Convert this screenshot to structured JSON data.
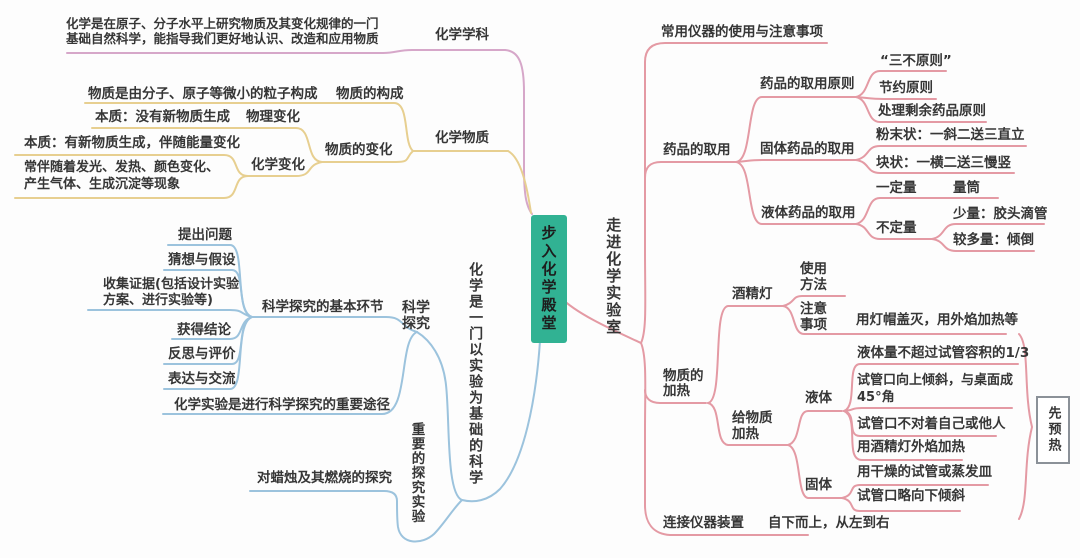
{
  "colors": {
    "root_bg": "#31b293",
    "branch_subject": "#d6a7c9",
    "branch_substance": "#e7cf90",
    "branch_inquiry": "#9cc3dd",
    "branch_lab": "#e49aa4",
    "text": "#363636",
    "preheat_border": "#8b9198"
  },
  "root": {
    "label": "步入化学殿堂"
  },
  "subject": {
    "label": "化学学科",
    "desc": "化学是在原子、分子水平上研究物质及其变化规律的一门基础自然科学，能指导我们更好地认识、改造和应用物质"
  },
  "substance": {
    "label": "化学物质",
    "composition": {
      "label": "物质的构成",
      "desc": "物质是由分子、原子等微小的粒子构成"
    },
    "change": {
      "label": "物质的变化",
      "physical": {
        "label": "物理变化",
        "essence": "本质：没有新物质生成"
      },
      "chemical": {
        "label": "化学变化",
        "essence": "本质：有新物质生成，伴随能量变化",
        "phenomena": "常伴随着发光、发热、颜色变化、产生气体、生成沉淀等现象"
      }
    }
  },
  "science": {
    "label": "化学是一门以实验为基础的科学",
    "inquiry": {
      "label": "科学探究",
      "steps_title": "科学探究的基本环节",
      "steps": [
        "提出问题",
        "猜想与假设",
        "收集证据(包括设计实验方案、进行实验等)",
        "获得结论",
        "反思与评价",
        "表达与交流"
      ],
      "note": "化学实验是进行科学探究的重要途径"
    },
    "key_experiments": {
      "label": "重要的探究实验",
      "candle": "对蜡烛及其燃烧的探究"
    }
  },
  "lab": {
    "label": "走进化学实验室",
    "instruments": "常用仪器的使用与注意事项",
    "reagent": {
      "label": "药品的取用",
      "principle": {
        "label": "药品的取用原则",
        "rules": [
          "“三不原则”",
          "节约原则",
          "处理剩余药品原则"
        ]
      },
      "solid": {
        "label": "固体药品的取用",
        "powder": "粉末状：一斜二送三直立",
        "lump": "块状：一横二送三慢竖"
      },
      "liquid": {
        "label": "液体药品的取用",
        "fixed": {
          "label": "一定量",
          "tool": "量筒"
        },
        "unfixed": {
          "label": "不定量",
          "small": "少量：胶头滴管",
          "more": "较多量：倾倒"
        }
      }
    },
    "heating": {
      "label": "物质的加热",
      "lamp": {
        "label": "酒精灯",
        "usage": "使用方法",
        "caution": "注意事项",
        "caution_detail": "用灯帽盖灭，用外焰加热等"
      },
      "heat": {
        "label": "给物质加热",
        "liquid": {
          "label": "液体",
          "tips": [
            "液体量不超过试管容积的1/3",
            "试管口向上倾斜，与桌面成45°角",
            "试管口不对着自己或他人",
            "用酒精灯外焰加热"
          ]
        },
        "solid": {
          "label": "固体",
          "tips": [
            "用干燥的试管或蒸发皿",
            "试管口略向下倾斜"
          ]
        },
        "preheat": "先预热"
      }
    },
    "connect": {
      "label": "连接仪器装置",
      "rule": "自下而上，从左到右"
    }
  }
}
